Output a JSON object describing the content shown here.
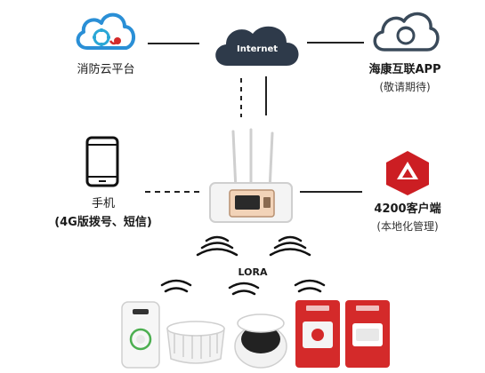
{
  "nodes": {
    "fire_cloud": {
      "label": "消防云平台",
      "icon": "cloud-gear-icon"
    },
    "internet": {
      "label": "Internet",
      "icon": "cloud-icon"
    },
    "hik_app": {
      "label": "海康互联APP",
      "sublabel": "(敬请期待)",
      "icon": "cloud-app-icon"
    },
    "phone": {
      "label": "手机",
      "sublabel": "(4G版拨号、短信)",
      "icon": "smartphone-icon"
    },
    "gateway": {
      "label": "",
      "icon": "router-icon"
    },
    "client": {
      "label": "4200客户端",
      "sublabel": "(本地化管理)",
      "icon": "hik-logo-icon"
    },
    "lora": {
      "label": "LORA"
    }
  },
  "devices": [
    {
      "name": "gas-detector",
      "icon": "gas-detector-icon"
    },
    {
      "name": "smoke-detector-white",
      "icon": "smoke-detector-icon"
    },
    {
      "name": "smoke-detector-black",
      "icon": "smoke-detector-icon"
    },
    {
      "name": "manual-call-point",
      "icon": "alarm-button-icon"
    },
    {
      "name": "sounder-beacon",
      "icon": "sounder-icon"
    }
  ],
  "colors": {
    "cloud_blue": "#2a8fd6",
    "internet_dark": "#2e3a4a",
    "fire_red": "#d42a2a",
    "hik_red": "#cc1e23",
    "line": "#222222"
  }
}
